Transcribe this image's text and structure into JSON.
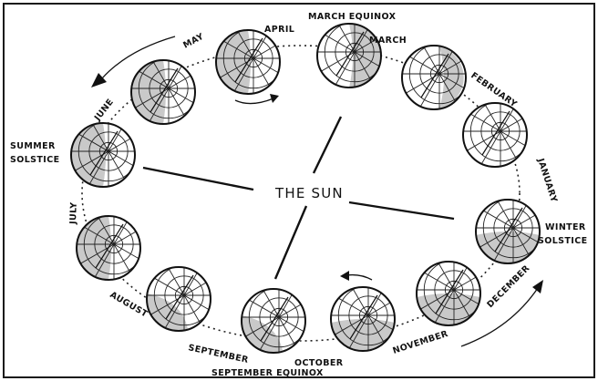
{
  "sun_label": "THE SUN",
  "months": [
    {
      "key": "march",
      "label": "MARCH",
      "shade": "right"
    },
    {
      "key": "february",
      "label": "FEBRUARY",
      "shade": "right-small"
    },
    {
      "key": "january",
      "label": "JANUARY",
      "shade": "none"
    },
    {
      "key": "december",
      "label": "DECEMBER",
      "shade": "bottom"
    },
    {
      "key": "november",
      "label": "NOVEMBER",
      "shade": "bottom"
    },
    {
      "key": "october",
      "label": "OCTOBER",
      "shade": "bottom"
    },
    {
      "key": "september",
      "label": "SEPTEMBER",
      "shade": "bottom-left"
    },
    {
      "key": "august",
      "label": "AUGUST",
      "shade": "bottom-left"
    },
    {
      "key": "july",
      "label": "JULY",
      "shade": "left"
    },
    {
      "key": "june",
      "label": "JUNE",
      "shade": "left"
    },
    {
      "key": "may",
      "label": "MAY",
      "shade": "left"
    },
    {
      "key": "april",
      "label": "APRIL",
      "shade": "left"
    }
  ],
  "events": {
    "march_equinox": "MARCH EQUINOX",
    "summer_solstice_1": "SUMMER",
    "summer_solstice_2": "SOLSTICE",
    "winter_solstice_1": "WINTER",
    "winter_solstice_2": "SOLSTICE",
    "september_equinox": "SEPTEMBER EQUINOX"
  },
  "colors": {
    "shade": "#c9c9c9",
    "ink": "#111111"
  }
}
